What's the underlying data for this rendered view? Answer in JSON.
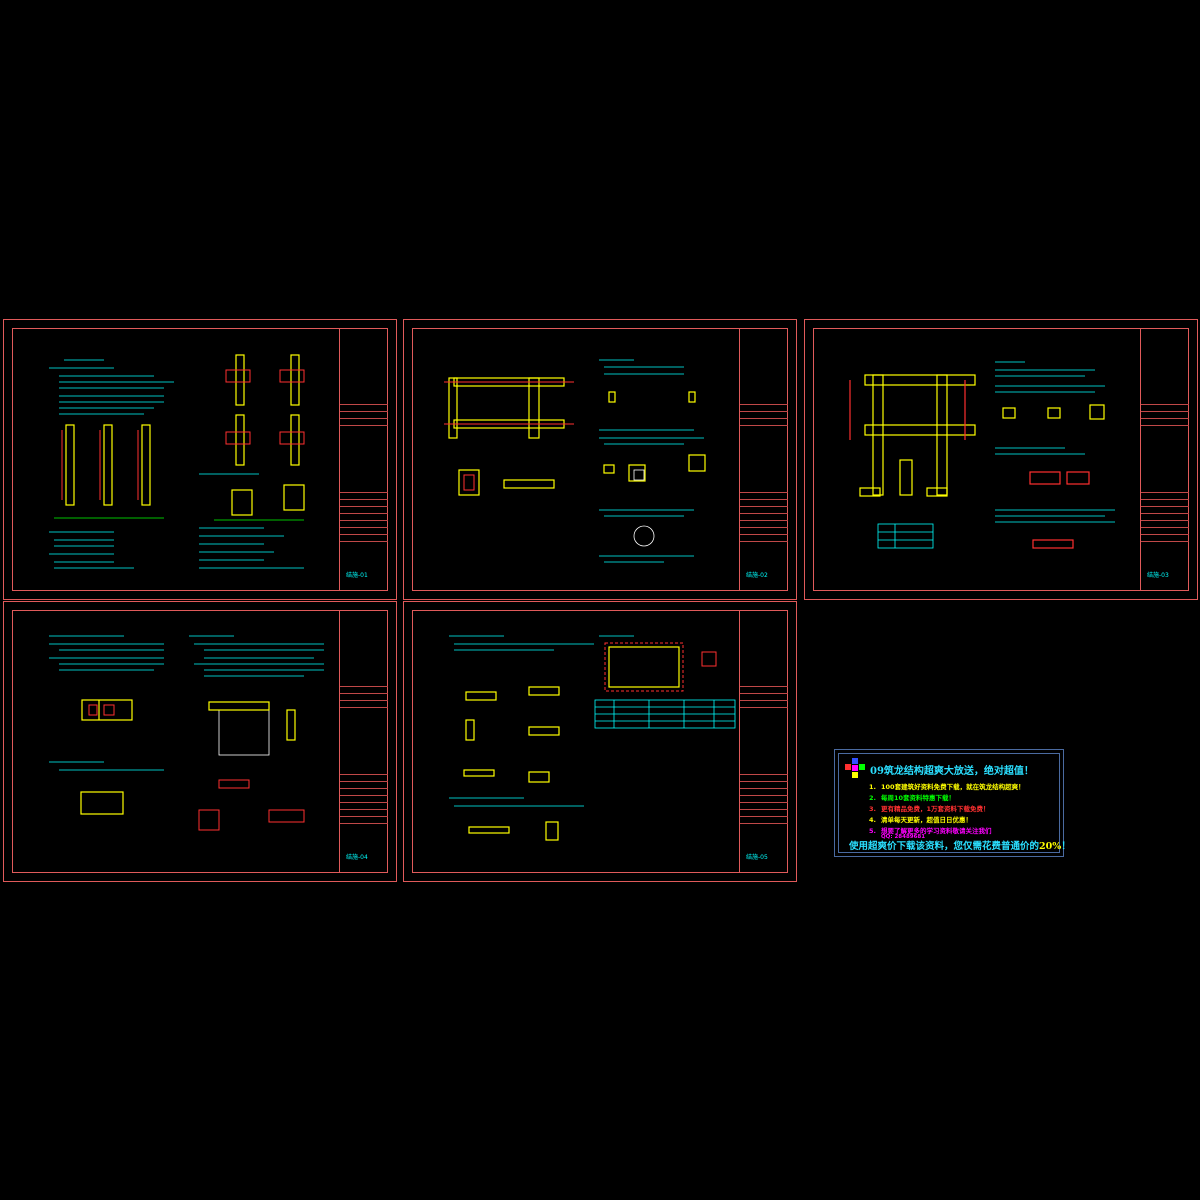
{
  "sheets": [
    {
      "id": "sheet-1",
      "label": "结施-01"
    },
    {
      "id": "sheet-2",
      "label": "结施-02"
    },
    {
      "id": "sheet-3",
      "label": "结施-03"
    },
    {
      "id": "sheet-4",
      "label": "结施-04"
    },
    {
      "id": "sheet-5",
      "label": "结施-05"
    }
  ],
  "ad": {
    "title": "09筑龙结构超爽大放送，绝对超值！",
    "items": [
      {
        "num": "1.",
        "text": "100套建筑好资料免费下载，就在筑龙结构超爽！",
        "color": "#ffff00"
      },
      {
        "num": "2.",
        "text": "每周10套资料特惠下载！",
        "color": "#00ff00"
      },
      {
        "num": "3.",
        "text": "更有精品免费，1万套资料下载免费！",
        "color": "#ff3030"
      },
      {
        "num": "4.",
        "text": "清单每天更新，超值日日优惠！",
        "color": "#ffff00"
      },
      {
        "num": "5.",
        "text": "想要了解更多的学习资料敬请关注我们",
        "color": "#ff00ff"
      }
    ],
    "qq": "QQ: 28489681",
    "footer_prefix": "使用超爽价下载该资料，您仅需花费普通价的",
    "footer_value": "20%",
    "footer_suffix": "！"
  },
  "colors": {
    "frame": "#e05a5a",
    "cyan": "#00ffff",
    "yellow": "#ffff00",
    "bg": "#000000"
  }
}
